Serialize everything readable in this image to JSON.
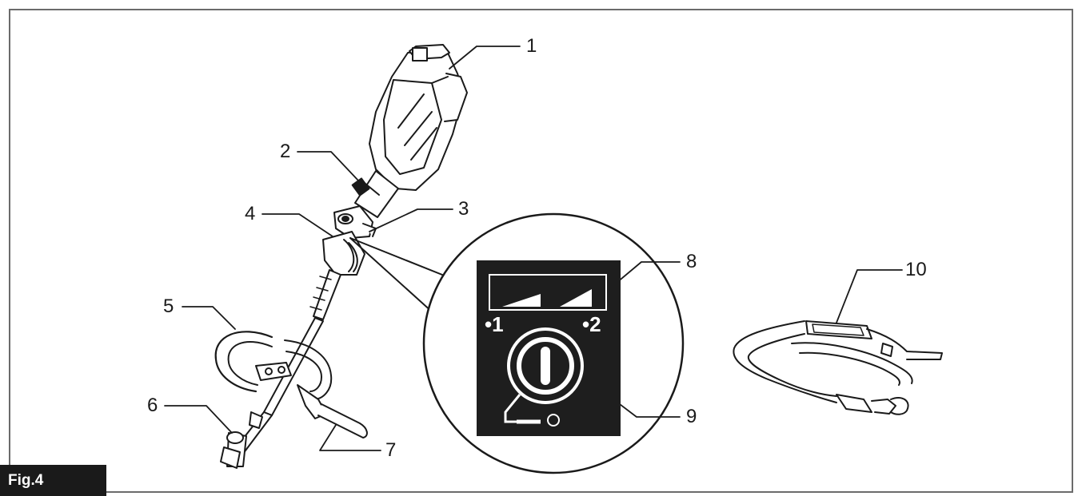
{
  "figure": {
    "label": "Fig.4"
  },
  "callouts": [
    "1",
    "2",
    "3",
    "4",
    "5",
    "6",
    "7",
    "8",
    "9",
    "10"
  ],
  "panel_marks": {
    "speed_1": "•1",
    "speed_2": "•2"
  },
  "colors": {
    "ink": "#1a1a1a",
    "panel": "#1e1e1e",
    "frame": "#6b6b6b",
    "figtag_bg": "#1a1a1a"
  }
}
